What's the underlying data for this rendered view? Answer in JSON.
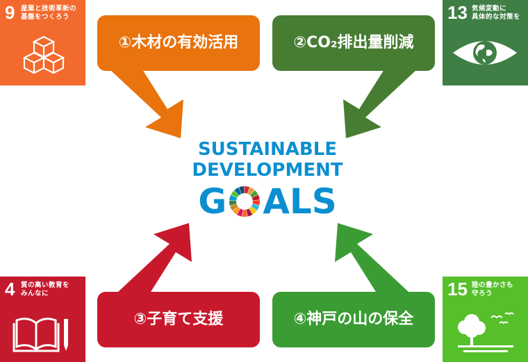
{
  "tiles": {
    "goal9": {
      "number": "9",
      "title": "産業と技術革新の\n基盤をつくろう",
      "color": "#f26a2d",
      "icon": "cubes-icon"
    },
    "goal13": {
      "number": "13",
      "title": "気候変動に\n具体的な対策を",
      "color": "#3f7e44",
      "icon": "eye-globe-icon"
    },
    "goal4": {
      "number": "4",
      "title": "質の高い教育を\nみんなに",
      "color": "#c5192d",
      "icon": "book-pencil-icon"
    },
    "goal15": {
      "number": "15",
      "title": "陸の豊かさも\n守ろう",
      "color": "#56c02b",
      "icon": "tree-birds-icon"
    }
  },
  "boxes": {
    "wood": {
      "label": "①木材の有効活用",
      "color": "#e9730d"
    },
    "co2": {
      "label": "②CO₂排出量削減",
      "color": "#477d33"
    },
    "child": {
      "label": "③子育て支援",
      "color": "#c8192c"
    },
    "forest": {
      "label": "④神戸の山の保全",
      "color": "#3b9c34"
    }
  },
  "logo": {
    "line1": "SUSTAINABLE",
    "line2": "DEVELOPMENT",
    "goals_g": "G",
    "goals_rest": "ALS"
  }
}
